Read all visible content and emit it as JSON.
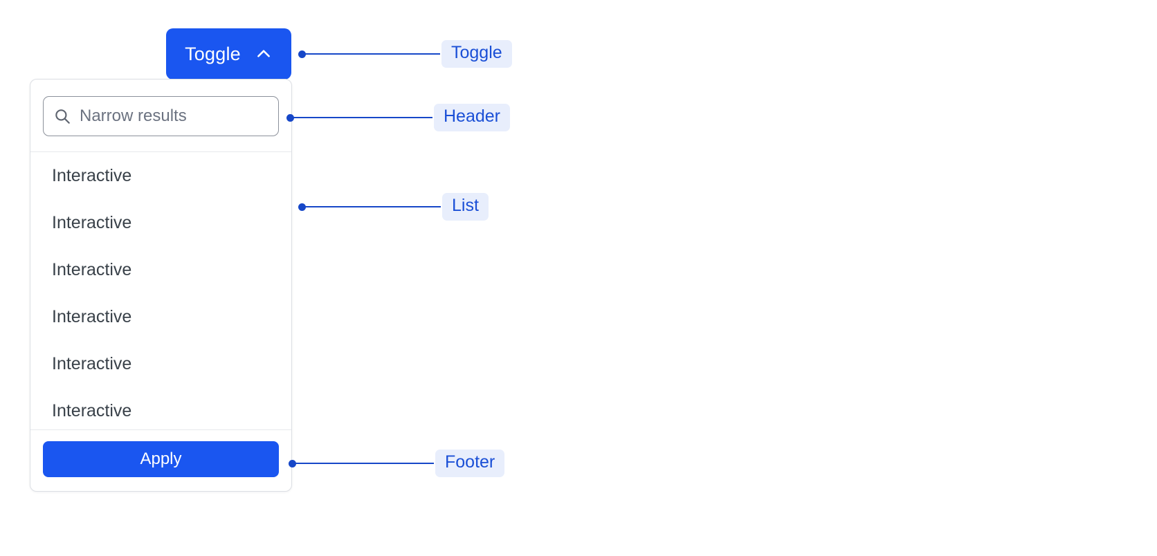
{
  "toggle": {
    "label": "Toggle",
    "icon": "chevron-up-icon",
    "background": "#1a56f0",
    "text_color": "#ffffff"
  },
  "panel": {
    "header": {
      "search": {
        "placeholder": "Narrow results",
        "value": "",
        "icon": "search-icon"
      }
    },
    "list": {
      "items": [
        {
          "label": "Interactive"
        },
        {
          "label": "Interactive"
        },
        {
          "label": "Interactive"
        },
        {
          "label": "Interactive"
        },
        {
          "label": "Interactive"
        },
        {
          "label": "Interactive"
        }
      ]
    },
    "footer": {
      "apply_label": "Apply",
      "apply_background": "#1a56f0"
    }
  },
  "annotations": [
    {
      "label": "Toggle",
      "accent": "#1647c8",
      "badge_background": "#e8eefc"
    },
    {
      "label": "Header",
      "accent": "#1647c8",
      "badge_background": "#e8eefc"
    },
    {
      "label": "List",
      "accent": "#1647c8",
      "badge_background": "#e8eefc"
    },
    {
      "label": "Footer",
      "accent": "#1647c8",
      "badge_background": "#e8eefc"
    }
  ]
}
